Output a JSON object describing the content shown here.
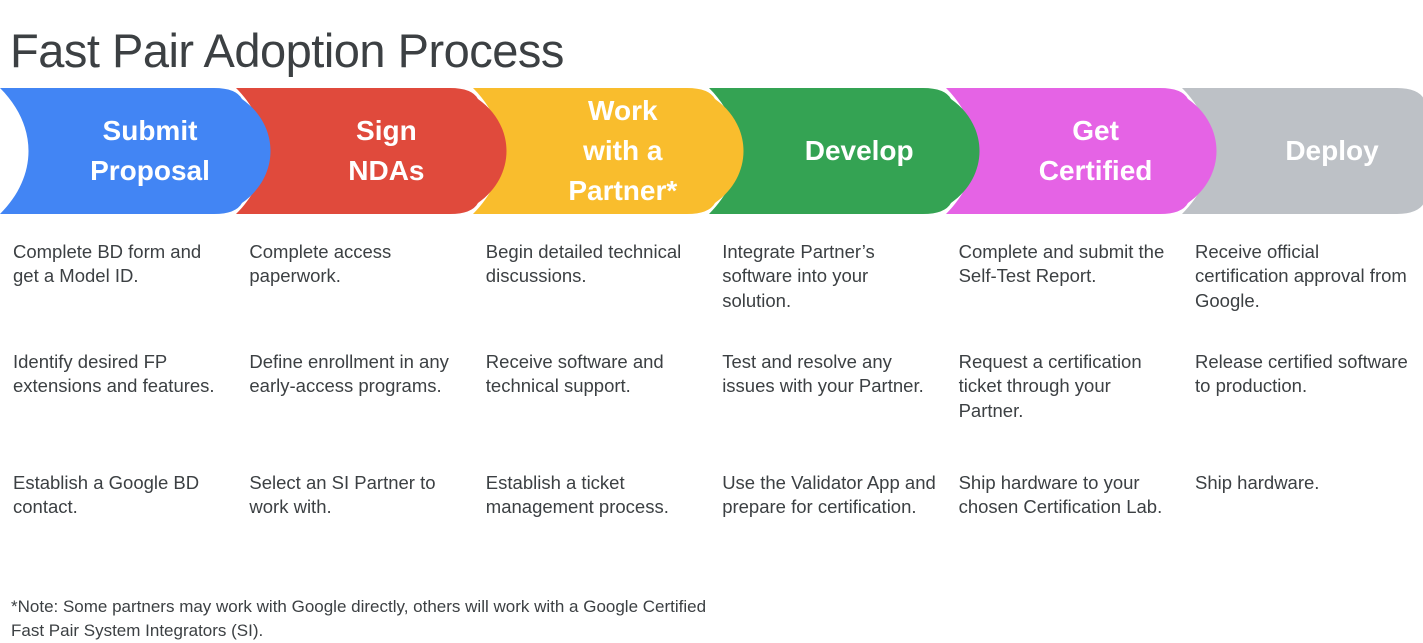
{
  "page": {
    "title": "Fast Pair Adoption Process",
    "title_color": "#3c4043",
    "background": "#ffffff",
    "body_text_color": "#3c4043"
  },
  "stages": [
    {
      "id": "submit-proposal",
      "label": "Submit\nProposal",
      "color": "#4285f4",
      "label_color": "#ffffff",
      "details": [
        "Complete BD form and get a Model ID.",
        "Identify desired FP extensions and features.",
        "Establish a Google BD contact."
      ]
    },
    {
      "id": "sign-ndas",
      "label": "Sign\nNDAs",
      "color": "#e04a3c",
      "label_color": "#ffffff",
      "details": [
        "Complete access paperwork.",
        "Define enrollment in any early-access programs.",
        "Select an SI Partner to work with."
      ]
    },
    {
      "id": "work-with-a-partner",
      "label": "Work\nwith a\nPartner*",
      "color": "#f9bd2d",
      "label_color": "#ffffff",
      "details": [
        "Begin detailed technical discussions.",
        "Receive software and technical support.",
        "Establish a ticket management process."
      ]
    },
    {
      "id": "develop",
      "label": "Develop",
      "color": "#34a353",
      "label_color": "#ffffff",
      "details": [
        "Integrate Partner’s software into your solution.",
        "Test and resolve any issues with your Partner.",
        "Use the Validator App and prepare for certification."
      ]
    },
    {
      "id": "get-certified",
      "label": "Get\nCertified",
      "color": "#e563e5",
      "label_color": "#ffffff",
      "details": [
        "Complete and submit the Self-Test Report.",
        "Request a certification ticket through your Partner.",
        "Ship hardware to your chosen Certification Lab."
      ]
    },
    {
      "id": "deploy",
      "label": "Deploy",
      "color": "#bdc1c6",
      "label_color": "#ffffff",
      "details": [
        "Receive official certification approval from Google.",
        "Release certified software to production.",
        "Ship hardware."
      ]
    }
  ],
  "footnote": "*Note: Some partners may work with Google directly, others will work with a Google Certified Fast Pair System Integrators (SI)."
}
